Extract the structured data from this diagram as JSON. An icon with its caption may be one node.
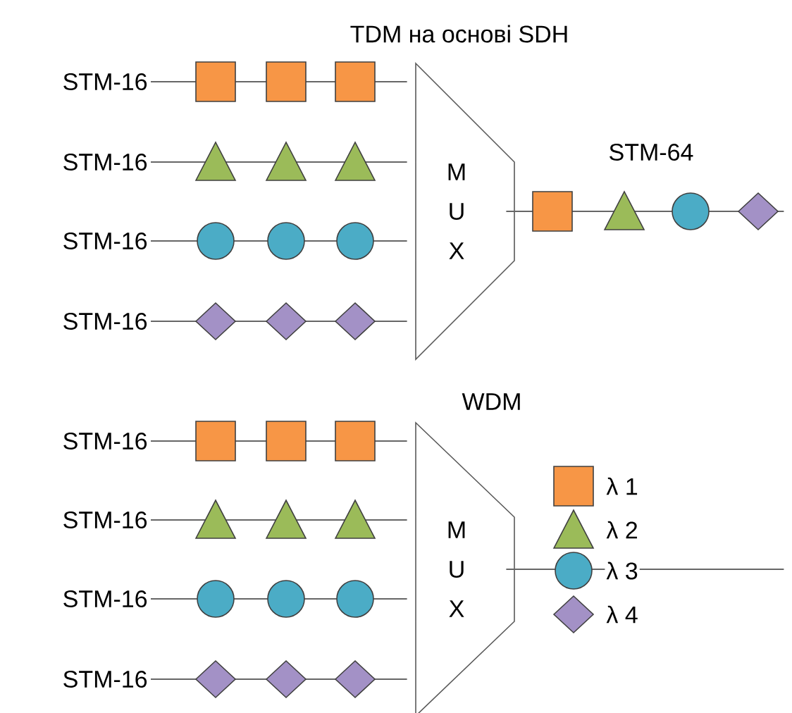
{
  "diagram": {
    "nodes": [
      {
        "text": [
          "STM-16"
        ]
      },
      {
        "text": [
          "STM-16"
        ]
      },
      {
        "text": [
          "STM-16"
        ]
      },
      {
        "text": [
          "STM-16"
        ]
      },
      {
        "text": [
          "M",
          "U",
          "X"
        ],
        "beside": [
          "TDM на основі SDH"
        ]
      },
      {
        "text": [
          "STM-16"
        ]
      },
      {
        "text": [
          "STM-16"
        ]
      },
      {
        "text": [
          "STM-16"
        ]
      },
      {
        "text": [
          "STM-16"
        ]
      },
      {
        "text": [
          "M",
          "U",
          "X"
        ],
        "beside": [
          "WDM"
        ]
      }
    ],
    "edges": [
      {
        "from": 0,
        "to": 4,
        "arrow": "none"
      },
      {
        "from": 1,
        "to": 4,
        "arrow": "none"
      },
      {
        "from": 2,
        "to": 4,
        "arrow": "none"
      },
      {
        "from": 3,
        "to": 4,
        "arrow": "none"
      },
      {
        "from": 4,
        "to": null,
        "arrow": "none",
        "label": "STM-64"
      },
      {
        "from": 5,
        "to": 9,
        "arrow": "none"
      },
      {
        "from": 6,
        "to": 9,
        "arrow": "none"
      },
      {
        "from": 7,
        "to": 9,
        "arrow": "none"
      },
      {
        "from": 8,
        "to": 9,
        "arrow": "none"
      },
      {
        "from": 9,
        "to": null,
        "arrow": "none"
      }
    ],
    "legend": [
      {
        "text": "λ 1"
      },
      {
        "text": "λ 2"
      },
      {
        "text": "λ 3"
      },
      {
        "text": "λ 4"
      }
    ]
  }
}
